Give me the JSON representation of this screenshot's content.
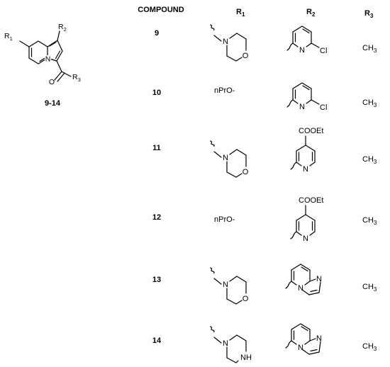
{
  "core": {
    "label": "9-14",
    "atoms": {
      "r1": "R",
      "r1_sub": "1",
      "r2": "R",
      "r2_sub": "2",
      "r3": "R",
      "r3_sub": "3",
      "n": "N",
      "o": "O"
    }
  },
  "header": {
    "compound": "COMPOUND",
    "r1": "R",
    "r1_sub": "1",
    "r2": "R",
    "r2_sub": "2",
    "r3": "R",
    "r3_sub": "3"
  },
  "rows": [
    {
      "compound": "9",
      "r1": "morpholin-4-yl",
      "r2": "6-chloropyridin-2-yl",
      "r3": "CH",
      "r3_sub": "3"
    },
    {
      "compound": "10",
      "r1": "nPrO-",
      "r2": "6-chloropyridin-2-yl",
      "r3": "CH",
      "r3_sub": "3"
    },
    {
      "compound": "11",
      "r1": "morpholin-4-yl",
      "r2": "4-ethoxycarbonylpyridin-2-yl",
      "r3": "CH",
      "r3_sub": "3"
    },
    {
      "compound": "12",
      "r1": "nPrO-",
      "r2": "4-ethoxycarbonylpyridin-2-yl",
      "r3": "CH",
      "r3_sub": "3"
    },
    {
      "compound": "13",
      "r1": "morpholin-4-yl",
      "r2": "imidazo[1,2-a]pyridin-5-yl",
      "r3": "CH",
      "r3_sub": "3"
    },
    {
      "compound": "14",
      "r1": "piperazin-1-yl",
      "r2": "imidazo[1,2-a]pyridin-5-yl",
      "r3": "CH",
      "r3_sub": "3"
    }
  ],
  "labels": {
    "n": "N",
    "o": "O",
    "nh": "NH",
    "cl": "Cl",
    "cooet": "COOEt",
    "npro": "nPrO-"
  }
}
